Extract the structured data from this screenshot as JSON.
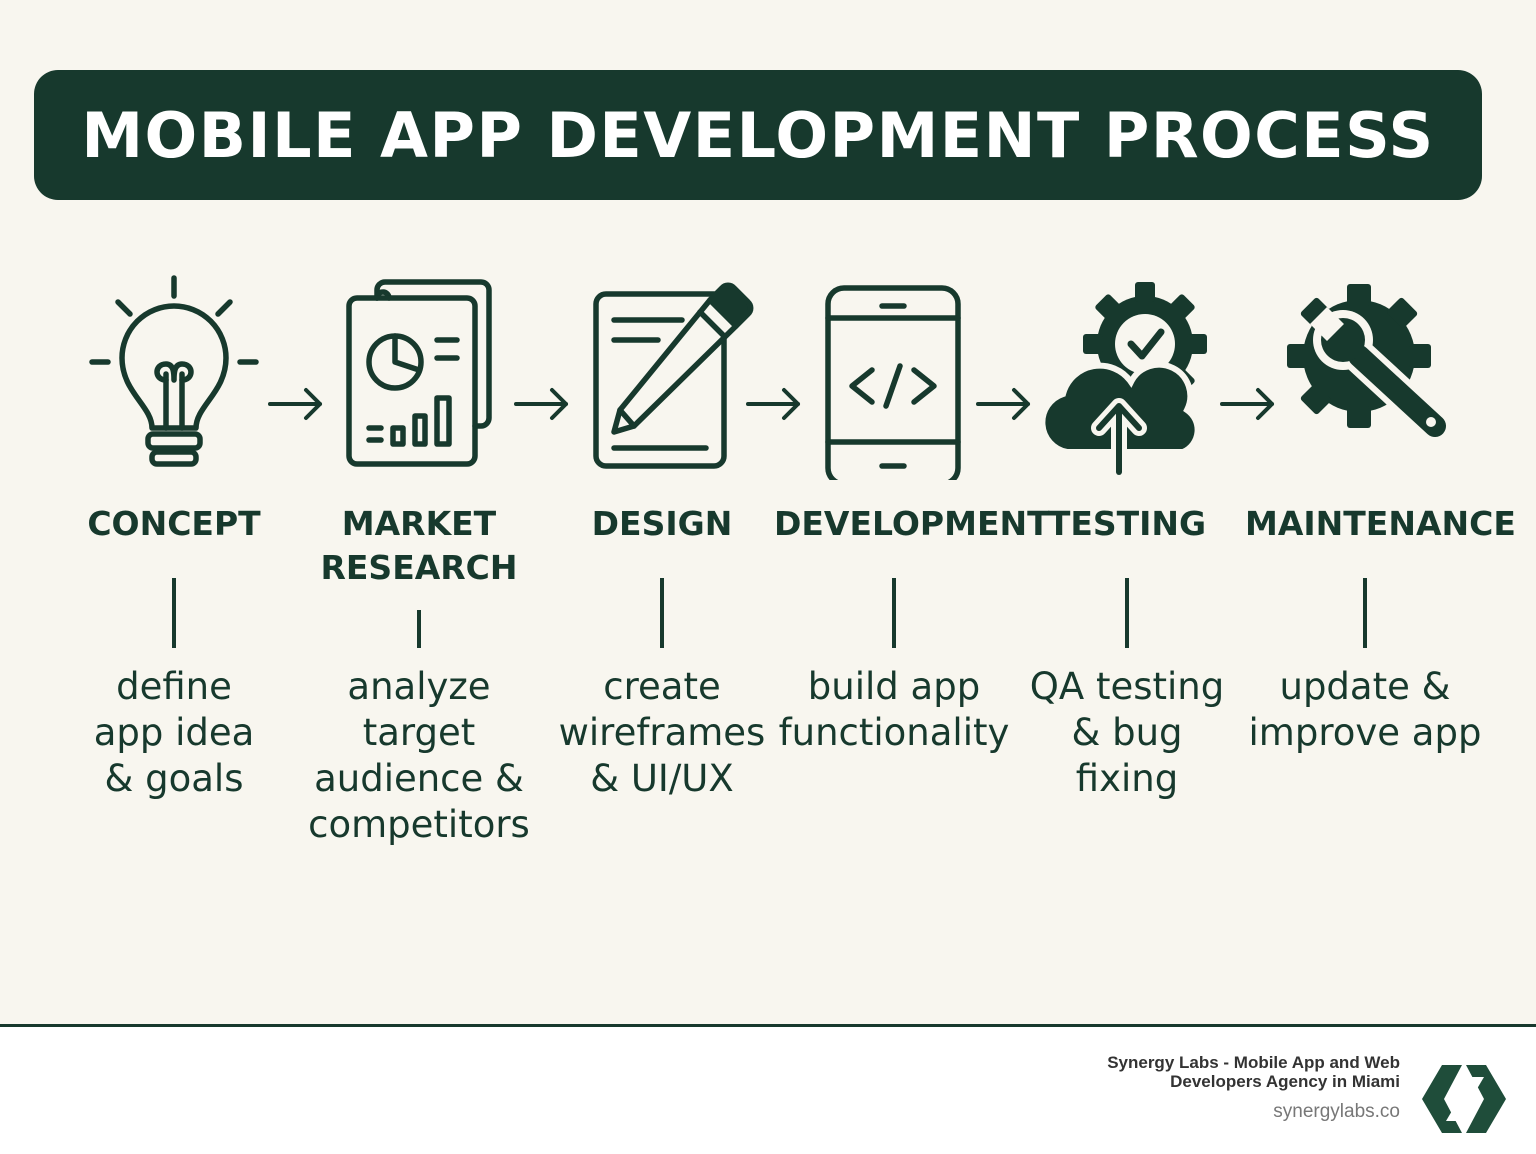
{
  "title": "MOBILE APP DEVELOPMENT PROCESS",
  "colors": {
    "primary": "#17392d",
    "background": "#f8f6ef",
    "title_text": "#ffffff"
  },
  "steps": [
    {
      "label": "CONCEPT",
      "description": "define\napp idea\n& goals",
      "icon": "lightbulb-icon"
    },
    {
      "label": "MARKET\nRESEARCH",
      "description": "analyze\ntarget\naudience &\ncompetitors",
      "icon": "research-report-icon"
    },
    {
      "label": "DESIGN",
      "description": "create\nwireframes\n& UI/UX",
      "icon": "pencil-document-icon"
    },
    {
      "label": "DEVELOPMENT",
      "description": "build app\nfunctionality",
      "icon": "phone-code-icon"
    },
    {
      "label": "TESTING",
      "description": "QA testing\n& bug\nfixing",
      "icon": "gear-cloud-upload-icon"
    },
    {
      "label": "MAINTENANCE",
      "description": "update &\nimprove app",
      "icon": "gear-wrench-icon"
    }
  ],
  "footer": {
    "company": "Synergy Labs - Mobile App and Web\nDevelopers Agency in Miami",
    "url": "synergylabs.co",
    "logo_icon": "synergy-labs-logo-icon"
  }
}
